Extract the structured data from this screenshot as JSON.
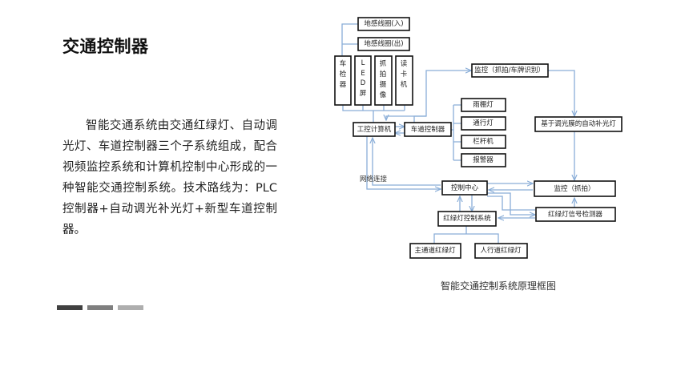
{
  "slide": {
    "title": "交通控制器",
    "paragraph": "智能交通系统由交通红绿灯、自动调光灯、车道控制器三个子系统组成，配合视频监控系统和计算机控制中心形成的一种智能交通控制系统。技术路线为：PLC控制器+自动调光补光灯+新型车道控制器。",
    "decor_bar_colors": [
      "#404040",
      "#7f7f7f",
      "#aeaeae"
    ]
  },
  "diagram": {
    "caption": "智能交通控制系统原理框图",
    "line_color": "#8aaed8",
    "nodes": {
      "loop_in": "地感线圈(入)",
      "loop_out": "地感线圈(出)",
      "vehicle_detector": [
        "车",
        "检",
        "器"
      ],
      "led_screen": [
        "L",
        "E",
        "D",
        "屏"
      ],
      "capture_camera": [
        "抓",
        "拍",
        "摄",
        "像"
      ],
      "card_reader": [
        "读",
        "卡",
        "机"
      ],
      "ipc": "工控计算机",
      "lane_controller": "车道控制器",
      "canopy_light": "雨棚灯",
      "pass_light": "通行灯",
      "barrier": "栏杆机",
      "alarm": "报警器",
      "monitor_plate": "监控（抓拍/车牌识别）",
      "auto_fill_light": "基于调光膜的自动补光灯",
      "control_center": "控制中心",
      "monitor_capture": "监控（抓拍）",
      "signal_detector": "红绿灯信号检测器",
      "traffic_light_ctrl": "红绿灯控制系统",
      "main_road_light": "主通道红绿灯",
      "pedestrian_light": "人行道红绿灯"
    },
    "network_label": "网络连接"
  }
}
